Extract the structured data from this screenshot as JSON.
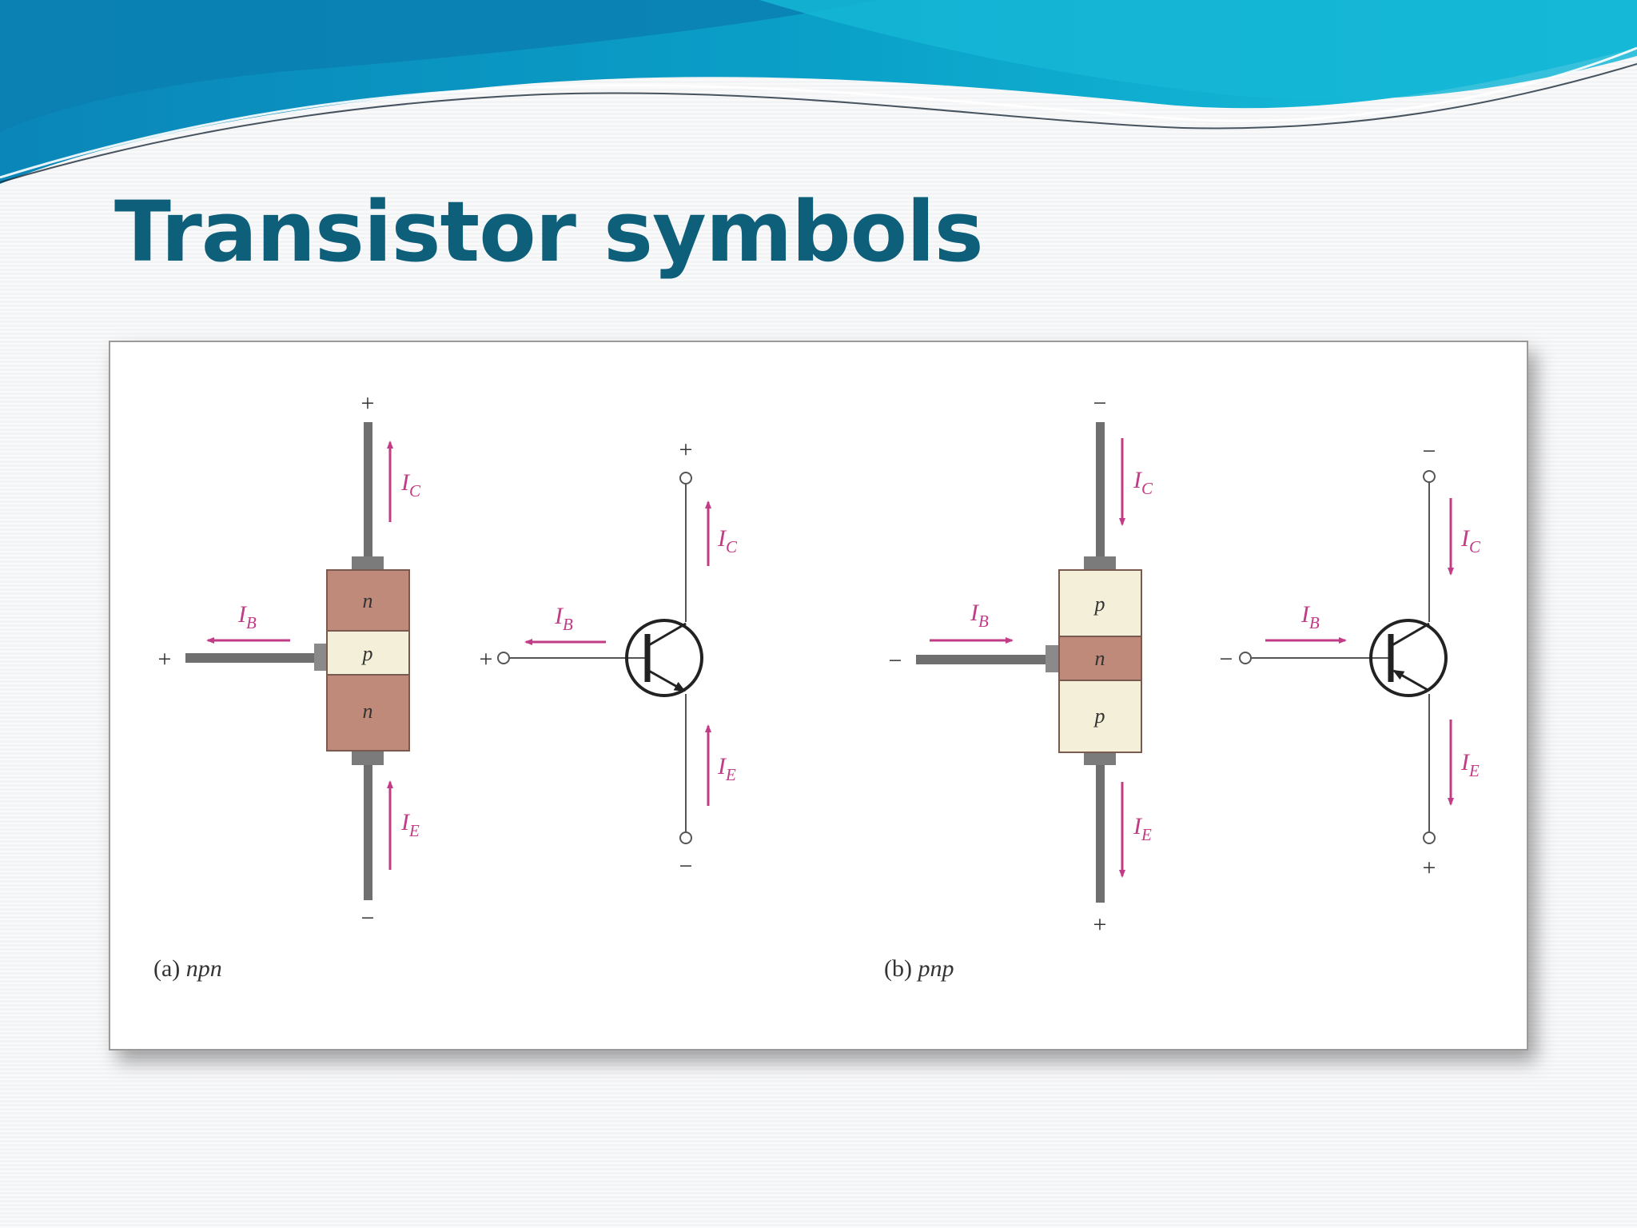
{
  "slide": {
    "title": "Transistor symbols"
  },
  "colors": {
    "title": "#0e5f7a",
    "current_arrow": "#c23b86",
    "n_region": "#bf8a7a",
    "p_region": "#f3efd8",
    "wire": "#555555",
    "lead": "#6f6f6f"
  },
  "npn": {
    "caption_prefix": "(a) ",
    "caption_type": "npn",
    "layers": [
      "n",
      "p",
      "n"
    ],
    "structure": {
      "collector_sign": "+",
      "emitter_sign": "−",
      "base_sign": "+",
      "ic": {
        "main": "I",
        "sub": "C"
      },
      "ib": {
        "main": "I",
        "sub": "B"
      },
      "ie": {
        "main": "I",
        "sub": "E"
      }
    },
    "symbol": {
      "collector_sign": "+",
      "emitter_sign": "−",
      "base_sign": "+",
      "ic": {
        "main": "I",
        "sub": "C"
      },
      "ib": {
        "main": "I",
        "sub": "B"
      },
      "ie": {
        "main": "I",
        "sub": "E"
      }
    }
  },
  "pnp": {
    "caption_prefix": "(b) ",
    "caption_type": "pnp",
    "layers": [
      "p",
      "n",
      "p"
    ],
    "structure": {
      "collector_sign": "−",
      "emitter_sign": "+",
      "base_sign": "−",
      "ic": {
        "main": "I",
        "sub": "C"
      },
      "ib": {
        "main": "I",
        "sub": "B"
      },
      "ie": {
        "main": "I",
        "sub": "E"
      }
    },
    "symbol": {
      "collector_sign": "−",
      "emitter_sign": "+",
      "base_sign": "−",
      "ic": {
        "main": "I",
        "sub": "C"
      },
      "ib": {
        "main": "I",
        "sub": "B"
      },
      "ie": {
        "main": "I",
        "sub": "E"
      }
    }
  }
}
